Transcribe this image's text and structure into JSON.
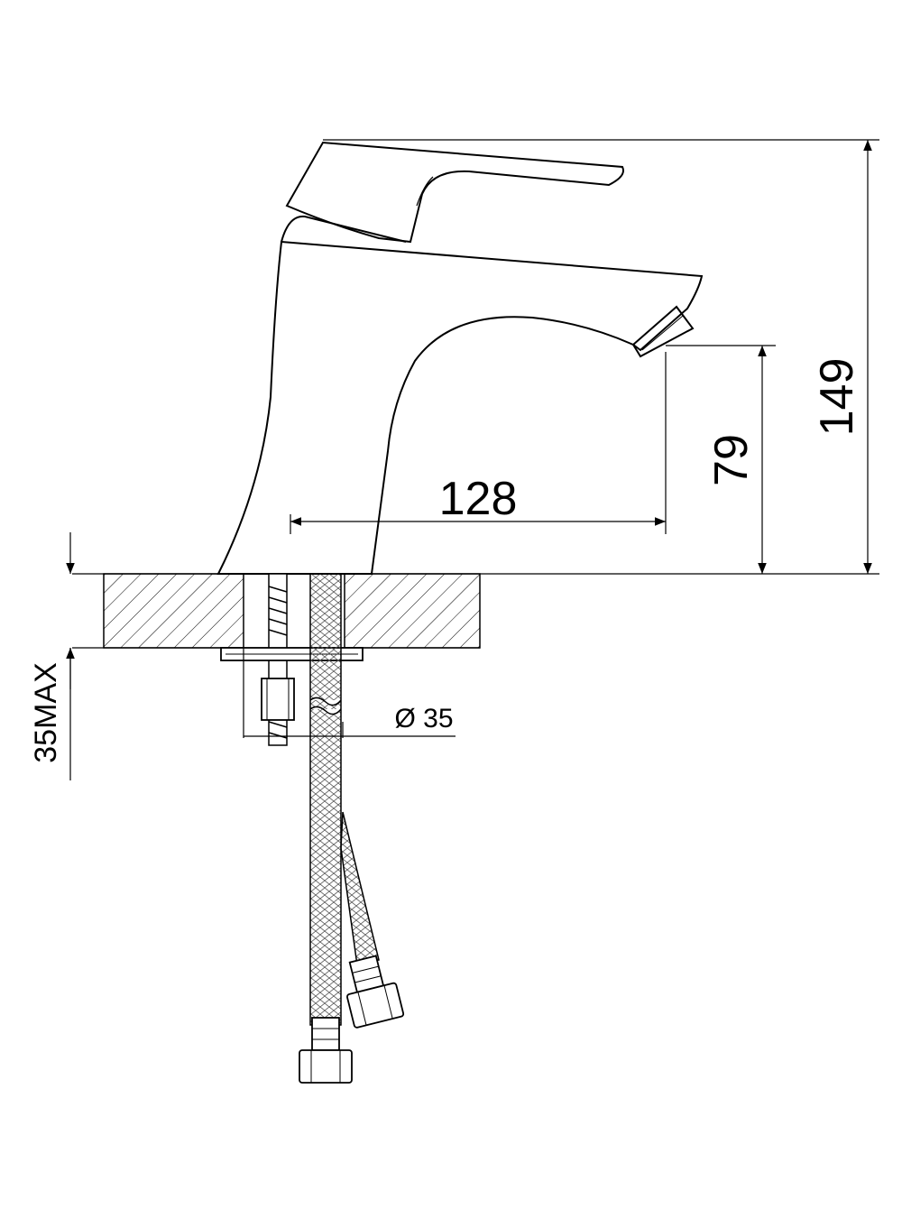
{
  "dimensions": {
    "total_height": "149",
    "spout_height": "79",
    "spout_reach": "128",
    "mount_thickness": "35MAX",
    "hole_diameter": "Ø 35"
  },
  "colors": {
    "line": "#000000",
    "background": "#ffffff"
  }
}
